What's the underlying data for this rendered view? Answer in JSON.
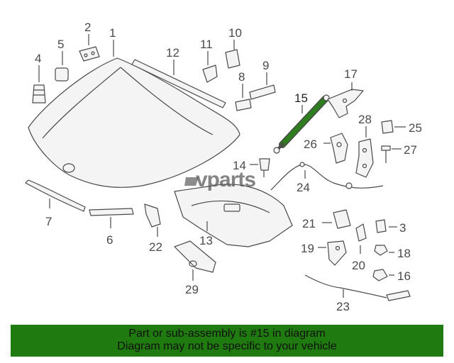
{
  "diagram": {
    "labels": {
      "p1": "1",
      "p2": "2",
      "p3": "3",
      "p4": "4",
      "p5": "5",
      "p6": "6",
      "p7": "7",
      "p8": "8",
      "p9": "9",
      "p10": "10",
      "p11": "11",
      "p12": "12",
      "p13": "13",
      "p14": "14",
      "p15": "15",
      "p16": "16",
      "p17": "17",
      "p18": "18",
      "p19": "19",
      "p20": "20",
      "p21": "21",
      "p22": "22",
      "p23": "23",
      "p24": "24",
      "p25": "25",
      "p26": "26",
      "p27": "27",
      "p28": "28",
      "p29": "29"
    },
    "highlight_part": "15",
    "highlight_color": "#2e7d1e"
  },
  "watermark": {
    "text": "vparts"
  },
  "banner": {
    "line1": "Part or sub-assembly is #15 in diagram",
    "line2": "Diagram may not be specific to your vehicle",
    "color": "#1f7a0f"
  }
}
